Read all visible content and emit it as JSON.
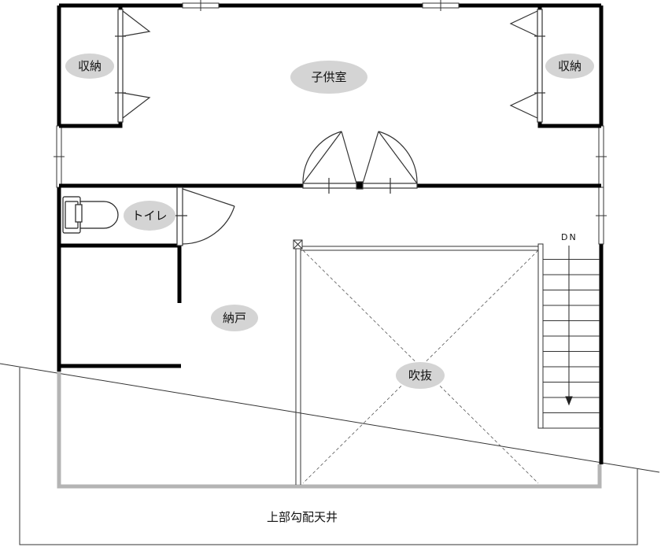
{
  "rooms": {
    "storage_left": "収納",
    "kids_room": "子供室",
    "storage_right": "収納",
    "toilet": "トイレ",
    "closet": "納戸",
    "void": "吹抜"
  },
  "stairs": {
    "direction": "DN",
    "step_count": 12
  },
  "ceiling_note": "上部勾配天井",
  "colors": {
    "wall": "#000000",
    "low_wall": "#b4b4b4",
    "label_bubble": "#d4d4d4",
    "line": "#444444"
  }
}
